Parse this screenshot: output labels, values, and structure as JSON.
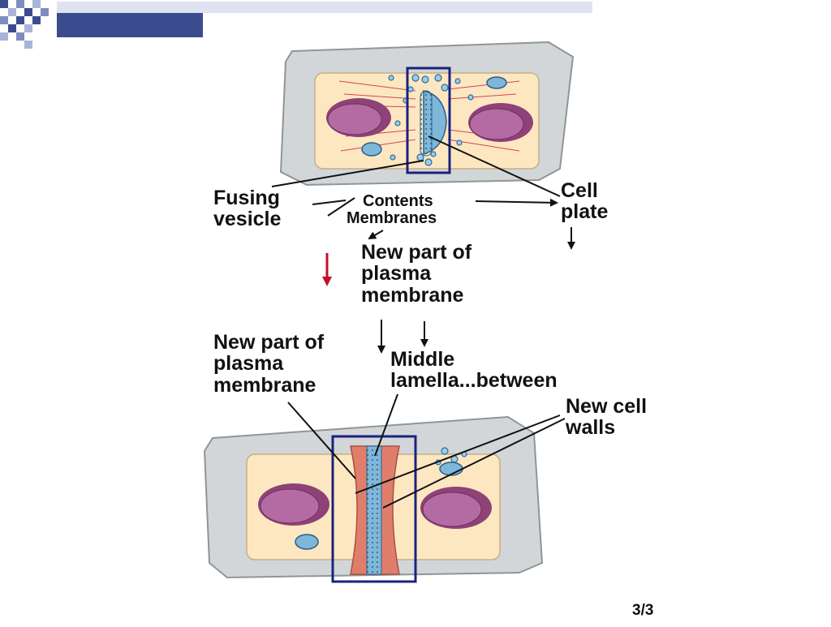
{
  "labels": {
    "fusing_vesicle": "Fusing\nvesicle",
    "contents": "Contents",
    "membranes": "Membranes",
    "cell_plate": "Cell\nplate",
    "new_part_top": "New part of\nplasma\nmembrane",
    "new_part_bottom": "New part of\nplasma\nmembrane",
    "middle_lamella": "Middle\nlamella...between",
    "new_cell_walls": "New cell\nwalls"
  },
  "slide_number": "3/3",
  "colors": {
    "cell_wall": "#d2d6d8",
    "cytoplasm": "#fde7c1",
    "nucleus": "#a1578f",
    "vesicle": "#7fb7da",
    "new_wall": "#e07e6c",
    "highlight_box": "#1a237e",
    "red_arrow": "#c0102a",
    "title_bar": "#3b4c8e"
  }
}
